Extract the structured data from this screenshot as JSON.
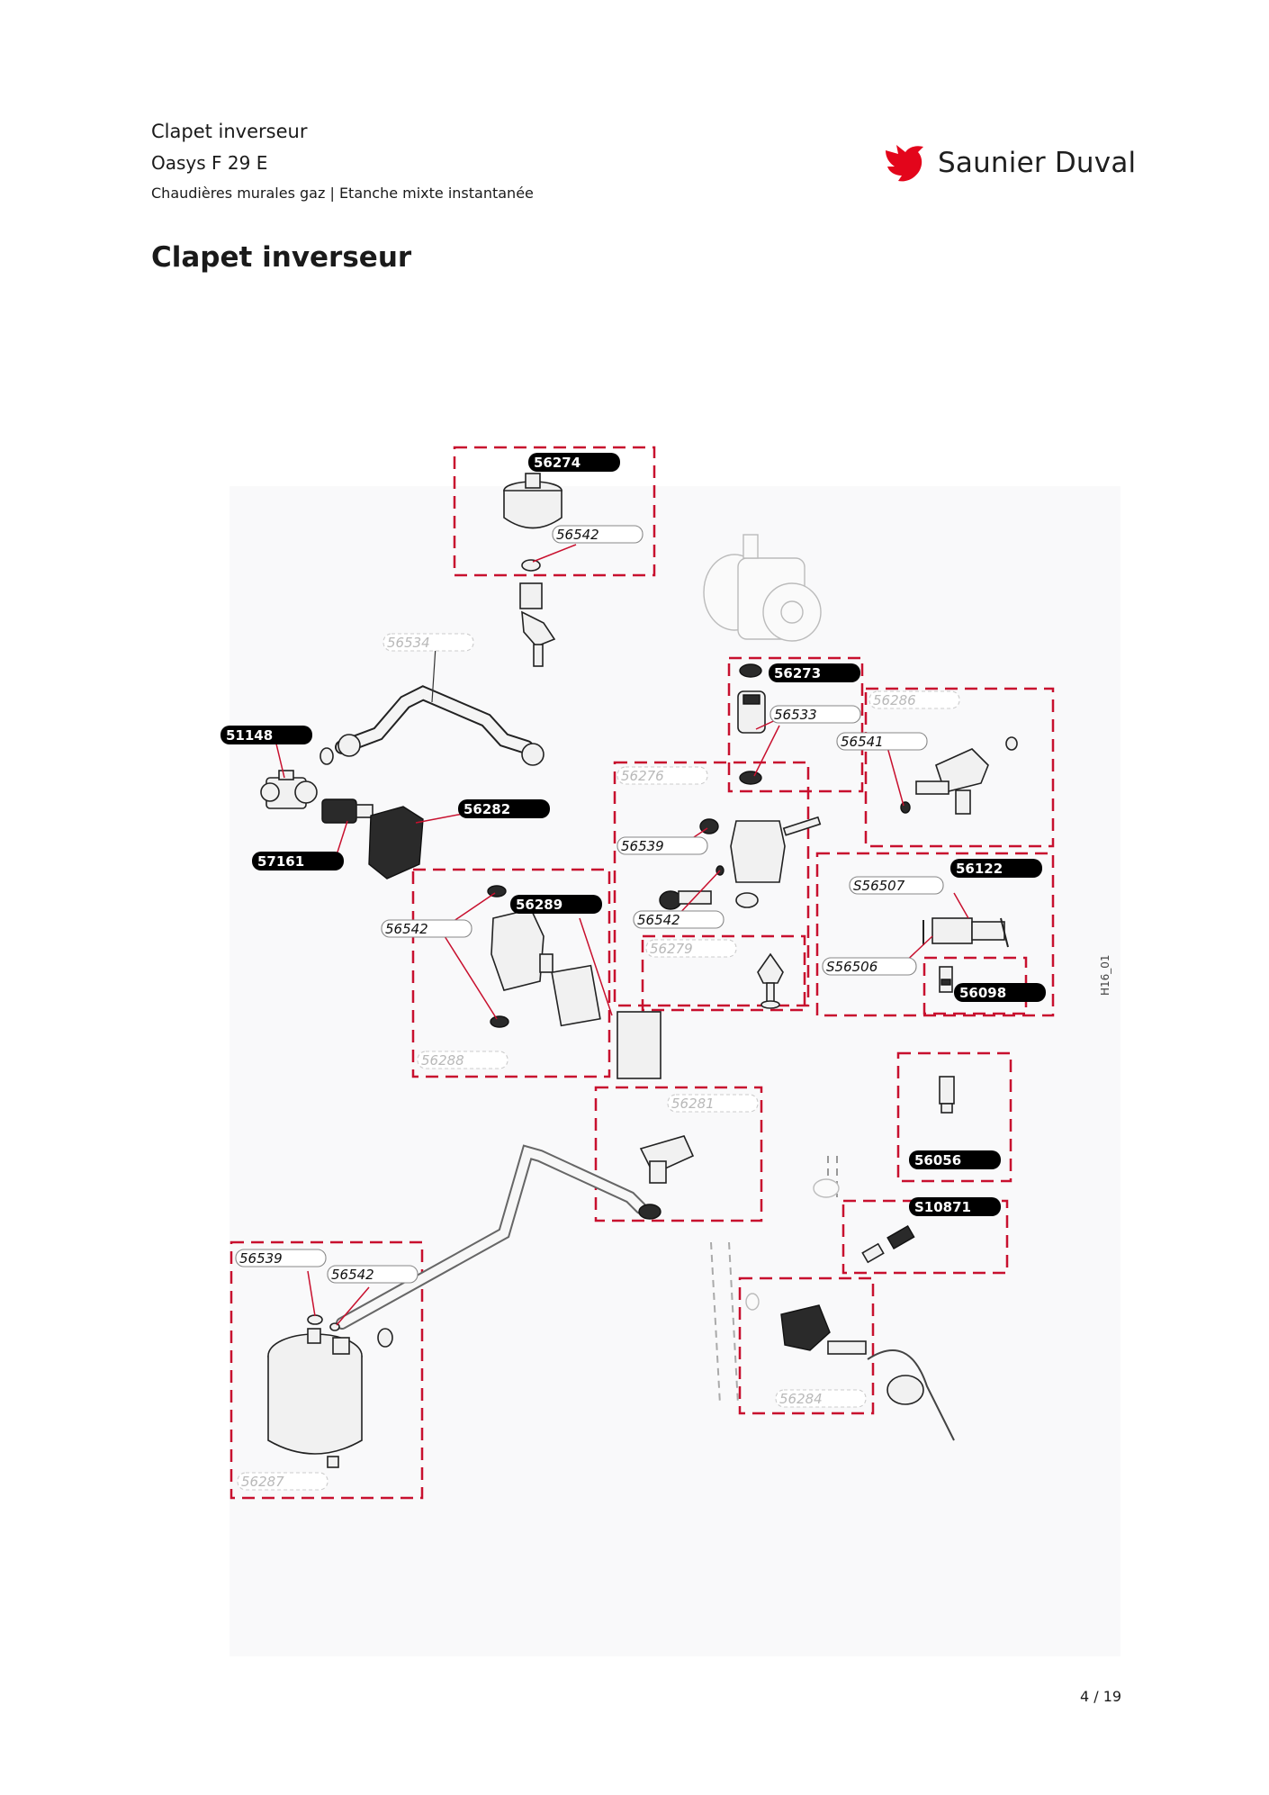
{
  "header": {
    "line1": "Clapet inverseur",
    "line2": "Oasys F 29 E",
    "line3": "Chaudières murales gaz | Etanche mixte instantanée"
  },
  "title": "Clapet inverseur",
  "logo": {
    "text": "Saunier Duval",
    "color": "#e3051b"
  },
  "page_number": "4 / 19",
  "diagram_code": "H16_01",
  "colors": {
    "frame": "#c8102e",
    "tag_bg": "#000000",
    "tag_text": "#ffffff"
  },
  "parts": {
    "p56274": "56274",
    "p56542a": "56542",
    "p56534": "56534",
    "p51148": "51148",
    "p56273": "56273",
    "p56286": "56286",
    "p56533": "56533",
    "p56541": "56541",
    "p56276": "56276",
    "p56282": "56282",
    "p57161": "57161",
    "p56539a": "56539",
    "p56122": "56122",
    "pS56507": "S56507",
    "p56289": "56289",
    "p56542b": "56542",
    "p56542c": "56542",
    "p56279": "56279",
    "pS56506": "S56506",
    "p56098": "56098",
    "p56288": "56288",
    "p56281": "56281",
    "p56056": "56056",
    "pS10871": "S10871",
    "p56539b": "56539",
    "p56542d": "56542",
    "p56284": "56284",
    "p56287": "56287"
  }
}
